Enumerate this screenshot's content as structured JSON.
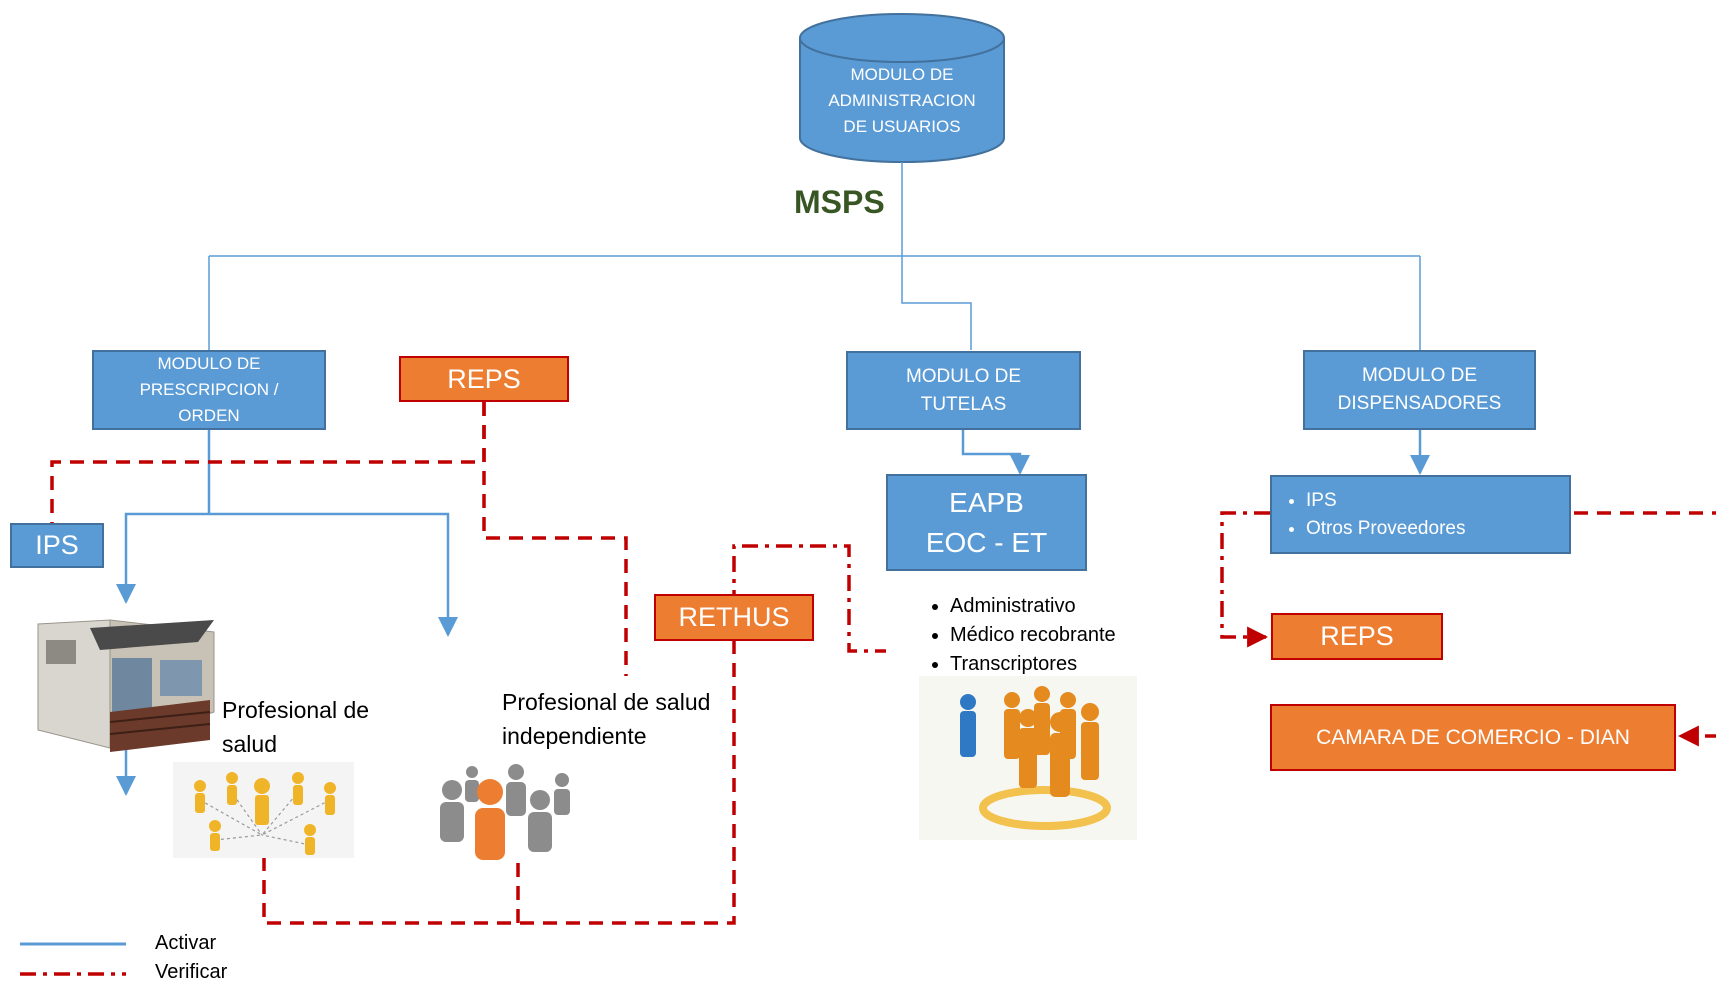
{
  "root": {
    "lines": [
      "MODULO DE",
      "ADMINISTRACION",
      "DE USUARIOS"
    ]
  },
  "msps": "MSPS",
  "prescripcion": {
    "lines": [
      "MODULO DE",
      "PRESCRIPCION /",
      "ORDEN"
    ]
  },
  "tutelas": {
    "lines": [
      "MODULO DE",
      "TUTELAS"
    ]
  },
  "dispensadores": {
    "lines": [
      "MODULO DE",
      "DISPENSADORES"
    ]
  },
  "reps_left": "REPS",
  "ips_left": "IPS",
  "rethus": "RETHUS",
  "eapb": {
    "lines": [
      "EAPB",
      "EOC - ET"
    ]
  },
  "dispensadores_list": [
    "IPS",
    "Otros Proveedores"
  ],
  "reps_right": "REPS",
  "camara": "CAMARA DE COMERCIO - DIAN",
  "tutelas_list": [
    "Administrativo",
    "Médico recobrante",
    "Transcriptores"
  ],
  "profesional_salud": {
    "lines": [
      "Profesional de",
      "salud"
    ]
  },
  "profesional_indep": {
    "lines": [
      "Profesional de salud",
      "independiente"
    ]
  },
  "legend": {
    "activar": "Activar",
    "verificar": "Verificar"
  },
  "colors": {
    "blue_box": "#5B9BD5",
    "blue_border": "#41719C",
    "orange_box": "#ED7D31",
    "red_line": "#C00000",
    "connector": "#5B9BD5",
    "msps_text": "#375623"
  }
}
